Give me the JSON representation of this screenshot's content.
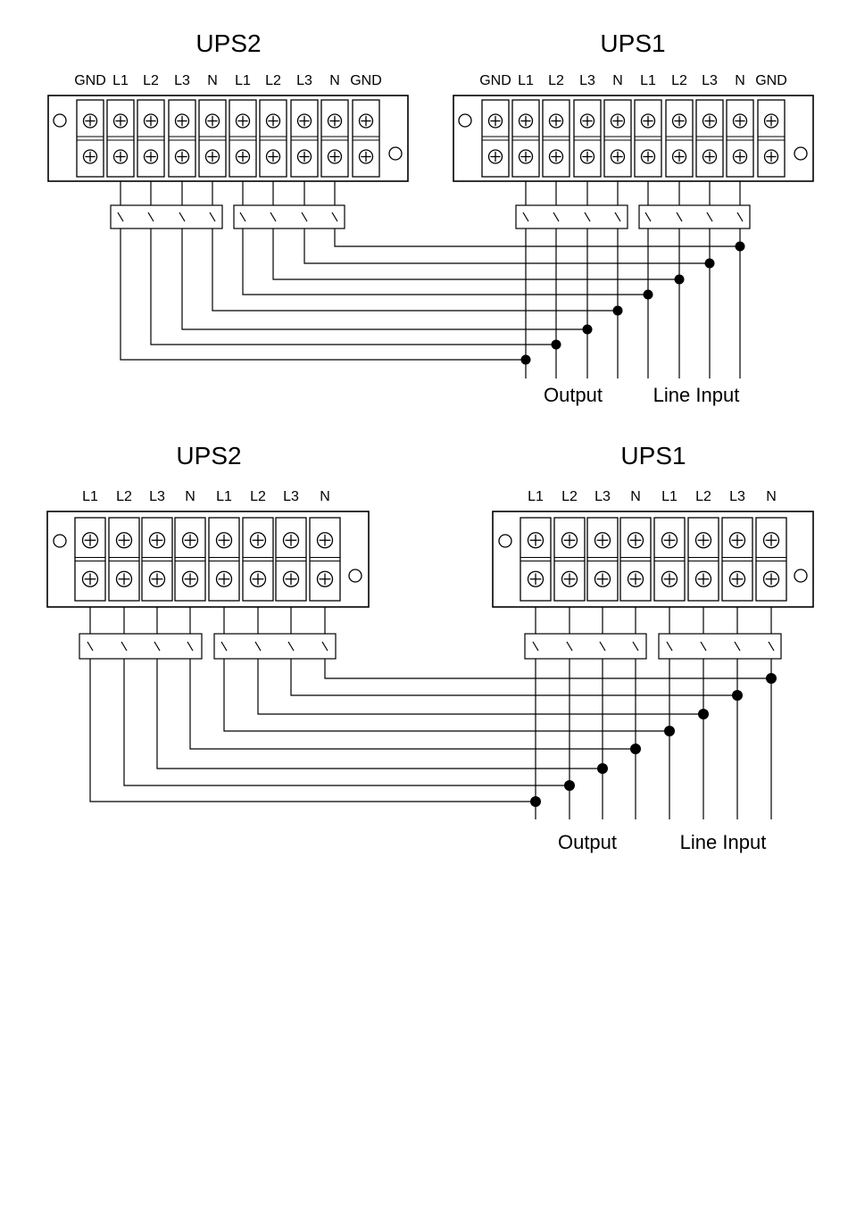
{
  "diagrams": [
    {
      "ups2": {
        "title": "UPS2",
        "terminals": [
          "GND",
          "L1",
          "L2",
          "L3",
          "N",
          "L1",
          "L2",
          "L3",
          "N",
          "GND"
        ]
      },
      "ups1": {
        "title": "UPS1",
        "terminals": [
          "GND",
          "L1",
          "L2",
          "L3",
          "N",
          "L1",
          "L2",
          "L3",
          "N",
          "GND"
        ]
      },
      "labels": {
        "output": "Output",
        "line_input": "Line Input"
      }
    },
    {
      "ups2": {
        "title": "UPS2",
        "terminals": [
          "L1",
          "L2",
          "L3",
          "N",
          "L1",
          "L2",
          "L3",
          "N"
        ]
      },
      "ups1": {
        "title": "UPS1",
        "terminals": [
          "L1",
          "L2",
          "L3",
          "N",
          "L1",
          "L2",
          "L3",
          "N"
        ]
      },
      "labels": {
        "output": "Output",
        "line_input": "Line Input"
      }
    }
  ]
}
